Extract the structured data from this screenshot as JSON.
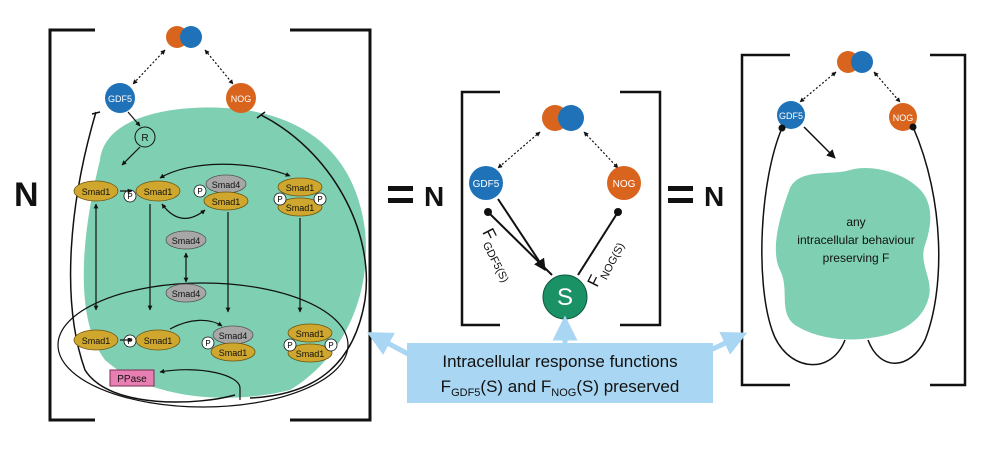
{
  "multiplier": "N",
  "equals": "=",
  "labels": {
    "gdf5": "GDF5",
    "nog": "NOG",
    "receptor": "R",
    "smad1": "Smad1",
    "smad4": "Smad4",
    "phospho": "P",
    "ppase": "PPase",
    "signal": "S"
  },
  "middle_panel": {
    "f_gdf5_main": "F",
    "f_gdf5_sub": "GDF5(S)",
    "f_nog_main": "F",
    "f_nog_sub": "NOG(S)"
  },
  "right_panel": {
    "blob_line1": "any",
    "blob_line2": "intracellular behaviour",
    "blob_line3": "preserving F"
  },
  "caption": {
    "line1": "Intracellular response functions",
    "line2_prefix": "F",
    "line2_sub1": "GDF5",
    "line2_mid": "(S) and F",
    "line2_sub2": "NOG",
    "line2_suffix": "(S) preserved"
  },
  "colors": {
    "gdf5_blue": "#1f72b8",
    "nog_orange": "#d9641e",
    "cell_teal": "#7fcfb3",
    "signal_green": "#1a9266",
    "smad_gold": "#cfa72e",
    "smad4_grey": "#a7a7a7",
    "ppase_pink": "#e87fb3",
    "caption_blue": "#a9d6f2",
    "arrow_blue": "#a9d6f2"
  }
}
